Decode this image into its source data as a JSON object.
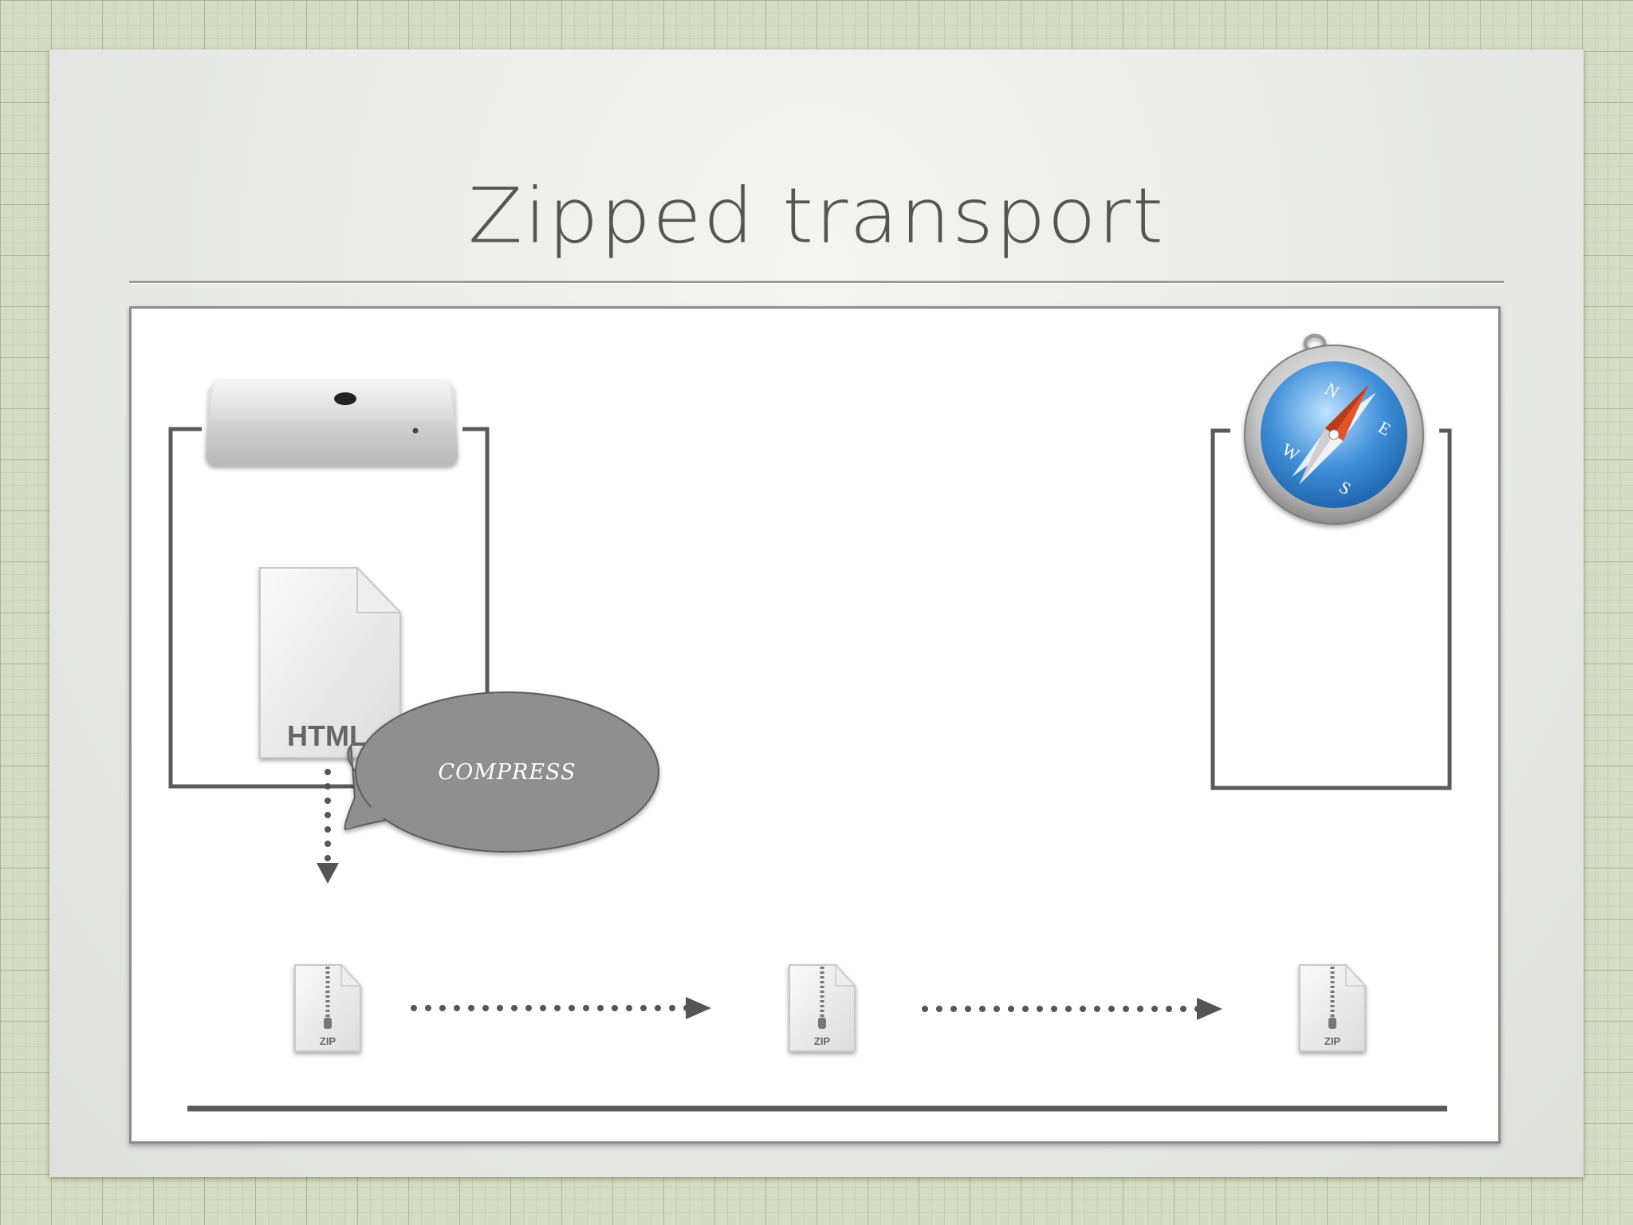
{
  "slide": {
    "title": "Zipped transport"
  },
  "diagram": {
    "server_icon": "mac-mini-icon",
    "browser_icon": "safari-compass-icon",
    "source_file": {
      "icon": "html-file-icon",
      "label": "HTML"
    },
    "callout": {
      "text": "COMPRESS"
    },
    "zip_files": [
      {
        "icon": "zip-file-icon",
        "label": "ZIP"
      },
      {
        "icon": "zip-file-icon",
        "label": "ZIP"
      },
      {
        "icon": "zip-file-icon",
        "label": "ZIP"
      }
    ],
    "compass_letters": [
      "N",
      "E",
      "S",
      "W"
    ]
  },
  "colors": {
    "line": "#5a5a5a",
    "bubble": "#8f8f8f",
    "compass_blue": "#3f8fd8",
    "needle_red": "#e5532a"
  }
}
